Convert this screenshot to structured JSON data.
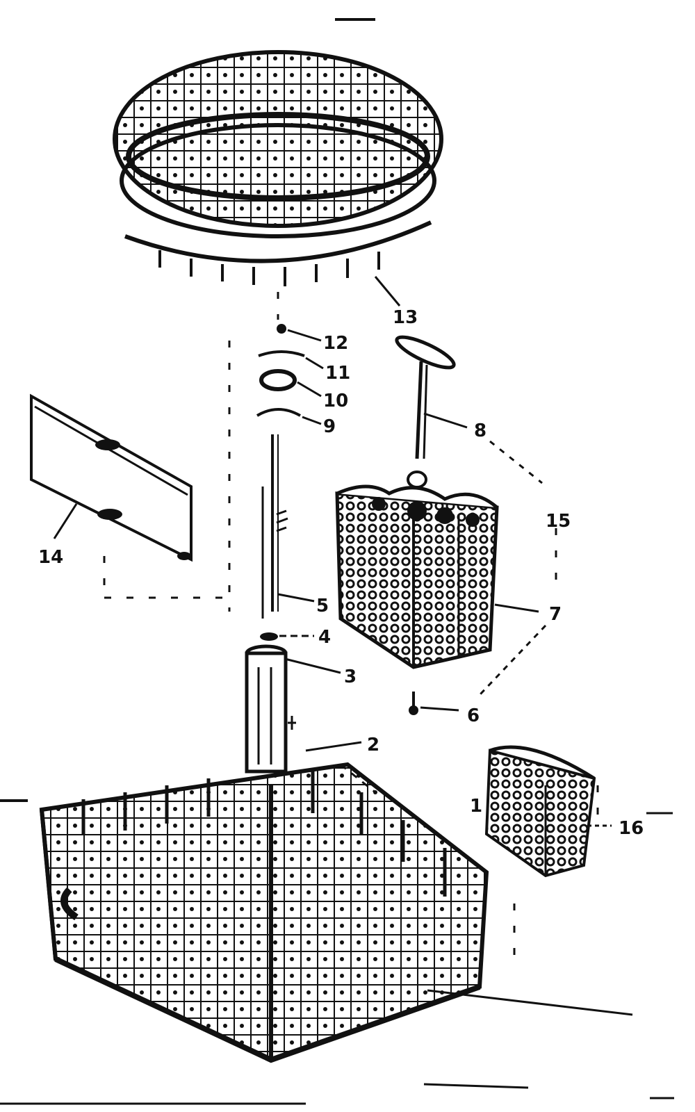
{
  "diagram": {
    "colors": {
      "ink": "#111111",
      "paper": "#ffffff"
    },
    "callouts": [
      {
        "id": "13a",
        "label": "13"
      },
      {
        "id": "12",
        "label": "12"
      },
      {
        "id": "11",
        "label": "11"
      },
      {
        "id": "10",
        "label": "10"
      },
      {
        "id": "9",
        "label": "9"
      },
      {
        "id": "8",
        "label": "8"
      },
      {
        "id": "15",
        "label": "15"
      },
      {
        "id": "14",
        "label": "14"
      },
      {
        "id": "5",
        "label": "5"
      },
      {
        "id": "4",
        "label": "4"
      },
      {
        "id": "3",
        "label": "3"
      },
      {
        "id": "7",
        "label": "7"
      },
      {
        "id": "6",
        "label": "6"
      },
      {
        "id": "2",
        "label": "2"
      },
      {
        "id": "1",
        "label": "1"
      },
      {
        "id": "16",
        "label": "16"
      }
    ]
  }
}
